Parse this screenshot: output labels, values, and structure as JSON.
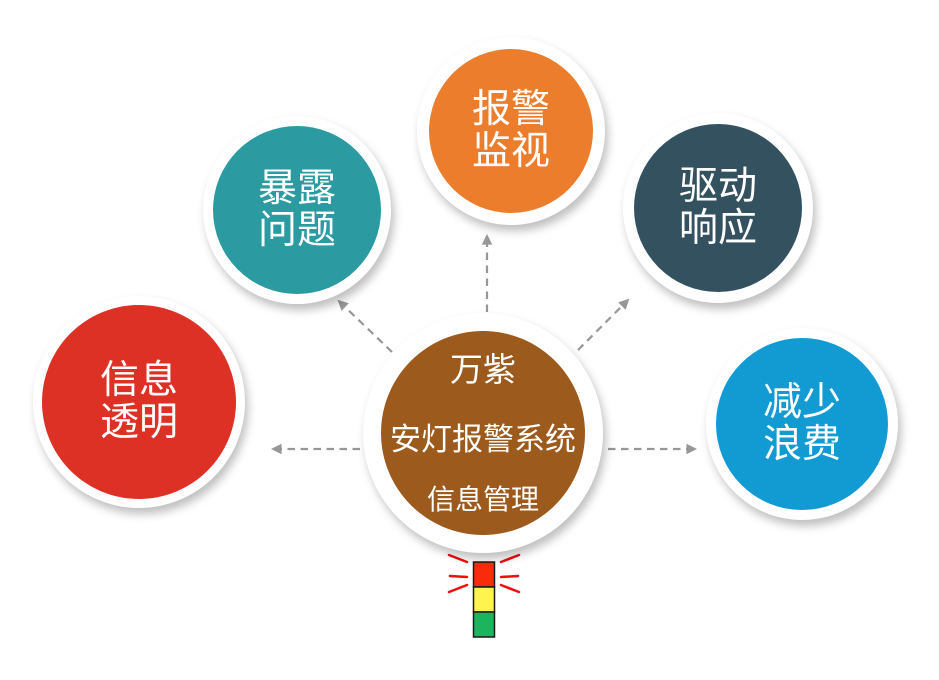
{
  "diagram": {
    "center": {
      "line1": "万紫",
      "line2": "安灯报警系统",
      "line3": "信息管理",
      "color": "#9C5A1C"
    },
    "nodes": {
      "info_transparency": {
        "line1": "信息",
        "line2": "透明",
        "color": "#DE3126"
      },
      "expose_problems": {
        "line1": "暴露",
        "line2": "问题",
        "color": "#2B9AA1"
      },
      "alarm_monitoring": {
        "line1": "报警",
        "line2": "监视",
        "color": "#EC7D2D"
      },
      "drive_response": {
        "line1": "驱动",
        "line2": "响应",
        "color": "#33515F"
      },
      "reduce_waste": {
        "line1": "减少",
        "line2": "浪费",
        "color": "#129BD2"
      }
    },
    "arrow_color": "#979797",
    "andon_light": {
      "red": "#FA2B0B",
      "yellow": "#FFF34D",
      "green": "#1CB45C",
      "ray_color": "#F20D0D",
      "border": "#1A1A1A"
    }
  }
}
